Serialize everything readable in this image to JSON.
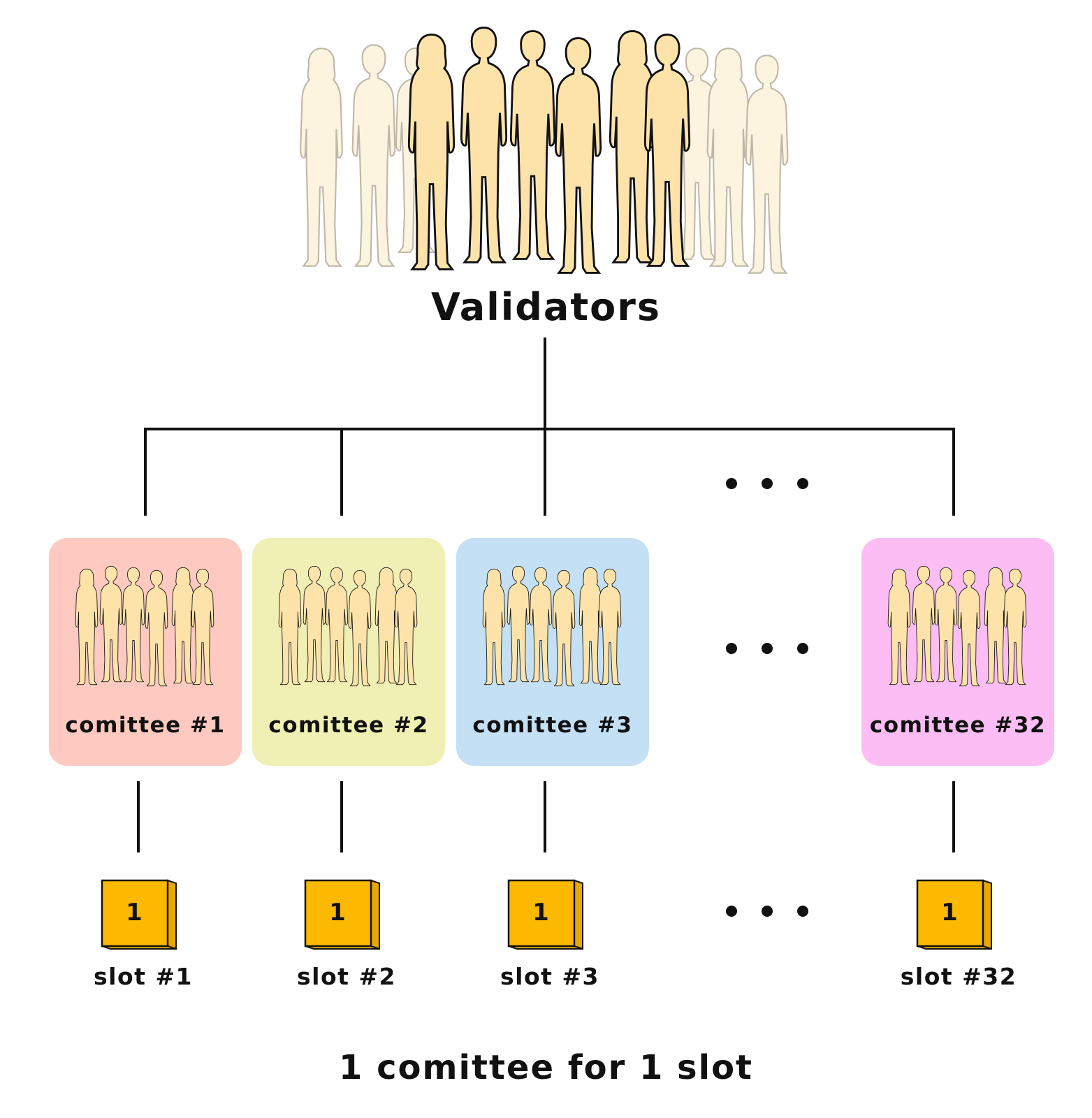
{
  "title": "Validators",
  "committees": [
    {
      "label": "comittee #1",
      "color": "#fdc9c0"
    },
    {
      "label": "comittee #2",
      "color": "#f0efb4"
    },
    {
      "label": "comittee #3",
      "color": "#c4e0f4"
    },
    {
      "label": "comittee #32",
      "color": "#fbbdf4"
    }
  ],
  "slots": [
    {
      "number": "1",
      "label": "slot #1"
    },
    {
      "number": "1",
      "label": "slot #2"
    },
    {
      "number": "1",
      "label": "slot #3"
    },
    {
      "number": "1",
      "label": "slot #32"
    }
  ],
  "caption": "1 comittee for 1 slot",
  "colors": {
    "figure_fill": "#fde3aa",
    "figure_faded": "#fdf3dc",
    "slot_fill": "#fdb800",
    "line": "#111111"
  }
}
